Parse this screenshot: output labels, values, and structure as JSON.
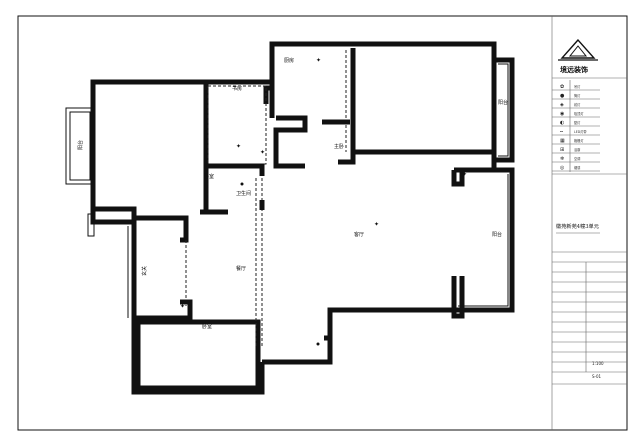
{
  "title_block": {
    "brand": "境远装饰",
    "legend": [
      {
        "icon": "pendant-light-icon",
        "label": "吊灯"
      },
      {
        "icon": "downlight-icon",
        "label": "筒灯"
      },
      {
        "icon": "spot-light-icon",
        "label": "射灯"
      },
      {
        "icon": "ceiling-light-icon",
        "label": "吸顶灯"
      },
      {
        "icon": "wall-lamp-icon",
        "label": "壁灯"
      },
      {
        "icon": "led-strip-icon",
        "label": "LED灯带"
      },
      {
        "icon": "grille-light-icon",
        "label": "格栅灯"
      },
      {
        "icon": "exhaust-fan-icon",
        "label": "浴霸"
      },
      {
        "icon": "ac-vent-icon",
        "label": "空调"
      },
      {
        "icon": "sensor-icon",
        "label": "烟感"
      }
    ],
    "project_name": "徽苑新苑4幢3单元",
    "scale": "1:100",
    "sheet_no": "S-01"
  },
  "rooms": [
    {
      "key": "balcony_left",
      "label": "阳台"
    },
    {
      "key": "bedroom_left",
      "label": "卧室"
    },
    {
      "key": "study",
      "label": "书房"
    },
    {
      "key": "bath",
      "label": "卫生间"
    },
    {
      "key": "kitchen",
      "label": "厨房"
    },
    {
      "key": "master",
      "label": "主卧"
    },
    {
      "key": "balcony_right",
      "label": "阳台"
    },
    {
      "key": "living",
      "label": "客厅"
    },
    {
      "key": "dining",
      "label": "餐厅"
    },
    {
      "key": "bedroom_bottom",
      "label": "卧室"
    },
    {
      "key": "entry",
      "label": "玄关"
    },
    {
      "key": "balcony_east",
      "label": "阳台"
    }
  ]
}
